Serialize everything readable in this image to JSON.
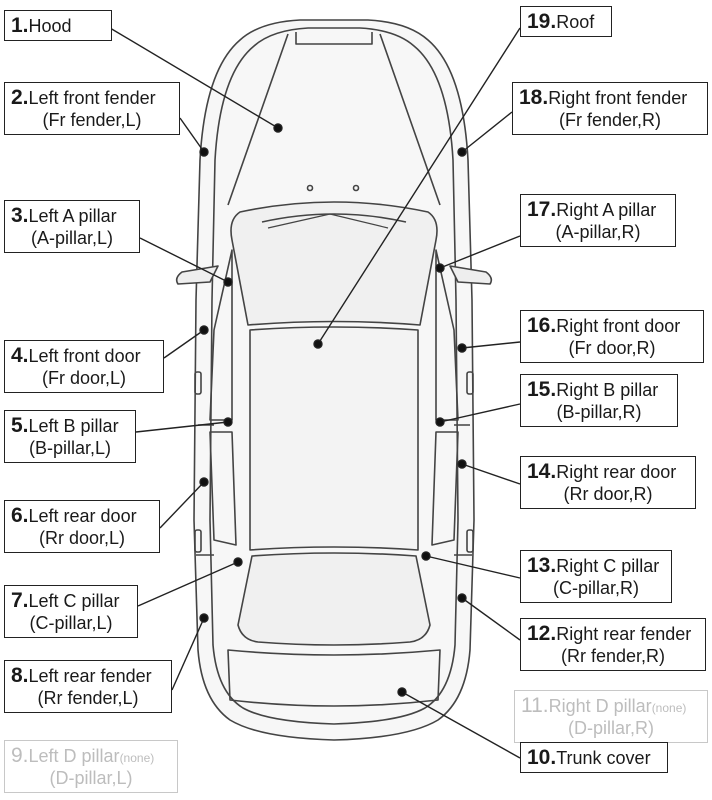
{
  "labels": [
    {
      "id": "hood",
      "num": "1.",
      "line1": "Hood",
      "line2": ""
    },
    {
      "id": "left-front-fender",
      "num": "2.",
      "line1": "Left front fender",
      "line2": "(Fr fender,L)"
    },
    {
      "id": "left-a-pillar",
      "num": "3.",
      "line1": "Left A pillar",
      "line2": "(A-pillar,L)"
    },
    {
      "id": "left-front-door",
      "num": "4.",
      "line1": "Left front door",
      "line2": "(Fr door,L)"
    },
    {
      "id": "left-b-pillar",
      "num": "5.",
      "line1": "Left B pillar",
      "line2": "(B-pillar,L)"
    },
    {
      "id": "left-rear-door",
      "num": "6.",
      "line1": "Left rear door",
      "line2": "(Rr door,L)"
    },
    {
      "id": "left-c-pillar",
      "num": "7.",
      "line1": "Left C pillar",
      "line2": "(C-pillar,L)"
    },
    {
      "id": "left-rear-fender",
      "num": "8.",
      "line1": "Left rear fender",
      "line2": "(Rr fender,L)"
    },
    {
      "id": "left-d-pillar",
      "num": "9.",
      "line1": "Left D pillar",
      "note": "(none)",
      "line2": "(D-pillar,L)",
      "disabled": true
    },
    {
      "id": "trunk-cover",
      "num": "10.",
      "line1": "Trunk cover",
      "line2": ""
    },
    {
      "id": "right-d-pillar",
      "num": "11.",
      "line1": "Right D pillar",
      "note": "(none)",
      "line2": "(D-pillar,R)",
      "disabled": true
    },
    {
      "id": "right-rear-fender",
      "num": "12.",
      "line1": "Right rear fender",
      "line2": "(Rr fender,R)"
    },
    {
      "id": "right-c-pillar",
      "num": "13.",
      "line1": "Right C pillar",
      "line2": "(C-pillar,R)"
    },
    {
      "id": "right-rear-door",
      "num": "14.",
      "line1": "Right rear door",
      "line2": "(Rr door,R)"
    },
    {
      "id": "right-b-pillar",
      "num": "15.",
      "line1": "Right B pillar",
      "line2": "(B-pillar,R)"
    },
    {
      "id": "right-front-door",
      "num": "16.",
      "line1": "Right front door",
      "line2": "(Fr door,R)"
    },
    {
      "id": "right-a-pillar",
      "num": "17.",
      "line1": "Right A pillar",
      "line2": "(A-pillar,R)"
    },
    {
      "id": "right-front-fender",
      "num": "18.",
      "line1": "Right front fender",
      "line2": "(Fr fender,R)"
    },
    {
      "id": "roof",
      "num": "19.",
      "line1": "Roof",
      "line2": ""
    }
  ]
}
